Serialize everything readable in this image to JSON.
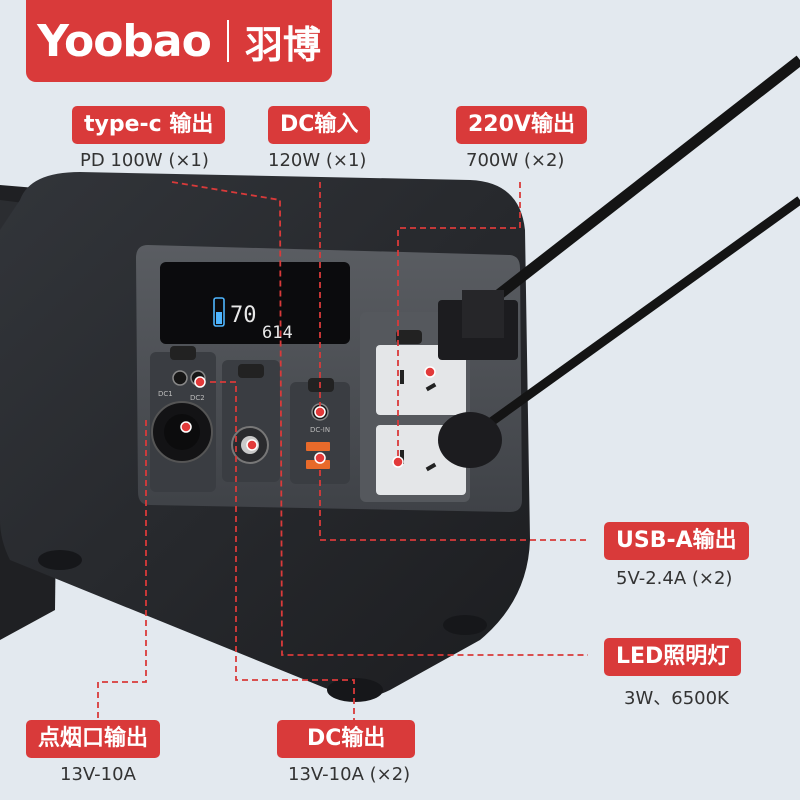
{
  "brand": {
    "en": "Yoobao",
    "cn": "羽博"
  },
  "callouts": {
    "typec": {
      "label": "type-c 输出",
      "spec": "PD 100W (×1)"
    },
    "dcin": {
      "label": "DC输入",
      "spec": "120W (×1)"
    },
    "ac": {
      "label": "220V输出",
      "spec": "700W (×2)"
    },
    "usba": {
      "label": "USB-A输出",
      "spec": "5V-2.4A (×2)"
    },
    "led": {
      "label": "LED照明灯",
      "spec": "3W、6500K"
    },
    "cig": {
      "label": "点烟口输出",
      "spec": "13V-10A"
    },
    "dcout": {
      "label": "DC输出",
      "spec": "13V-10A (×2)"
    }
  },
  "display": {
    "value1": "70",
    "value2": "614"
  },
  "panel_labels": {
    "dc1": "DC1",
    "dc2": "DC2",
    "dcin": "DC-IN"
  },
  "colors": {
    "accent": "#d93a3a",
    "body": "#25272b",
    "panel": "#4a4d52"
  }
}
